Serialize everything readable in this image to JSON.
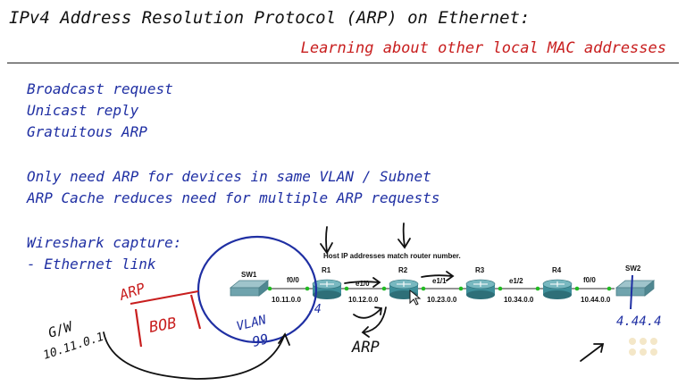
{
  "header": {
    "title": "IPv4 Address Resolution Protocol (ARP) on Ethernet:",
    "subtitle": "Learning about other local MAC addresses"
  },
  "notes": {
    "line1": "Broadcast request",
    "line2": "Unicast reply",
    "line3": "Gratuitous ARP",
    "line4": "Only need ARP for devices in same VLAN / Subnet",
    "line5": "ARP Cache reduces need for multiple ARP requests",
    "line6": "Wireshark capture:",
    "line7": "- Ethernet link"
  },
  "topology": {
    "caption": "Host IP addresses match router number.",
    "devices": {
      "sw1": "SW1",
      "r1": "R1",
      "r2": "R2",
      "r3": "R3",
      "r4": "R4",
      "sw2": "SW2"
    },
    "interfaces": {
      "r1_f00": "f0/0",
      "r1_e10": "e1/0",
      "r2_e11": "e1/1",
      "r3_e12": "e1/2",
      "r4_f00": "f0/0"
    },
    "subnets": {
      "s11": "10.11.0.0",
      "s12": "10.12.0.0",
      "s23": "10.23.0.0",
      "s34": "10.34.0.0",
      "s44": "10.44.0.0"
    }
  },
  "annotations": {
    "arp_left": "ARP",
    "bob": "BOB",
    "gw_label": "G/W",
    "gw_ip": "10.11.0.1",
    "vlan_line1": "VLAN",
    "vlan_line2": "99",
    "r1_host": ".4",
    "arp_bottom": "ARP",
    "host_ip": "4.44.4"
  },
  "colors": {
    "blue_ink": "#1f2fa3",
    "red_ink": "#c81e1e",
    "black_ink": "#111111",
    "router_teal": "#3f8f9a",
    "link_dot": "#22bb22"
  }
}
